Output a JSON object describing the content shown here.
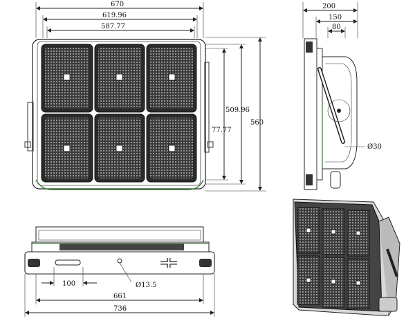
{
  "front_view": {
    "dims": {
      "overall_width": "670",
      "width_2": "619.96",
      "width_3": "587.77",
      "height_overall": "560",
      "height_inner": "509.96",
      "height_panel": "77.77"
    }
  },
  "side_view": {
    "dims": {
      "depth_overall": "200",
      "depth_2": "150",
      "depth_3": "80",
      "axle_diameter": "Ø30"
    }
  },
  "bottom_view": {
    "dims": {
      "slot": "100",
      "hole_diameter": "Ø13.5",
      "width_inner": "661",
      "width_overall": "736"
    }
  }
}
